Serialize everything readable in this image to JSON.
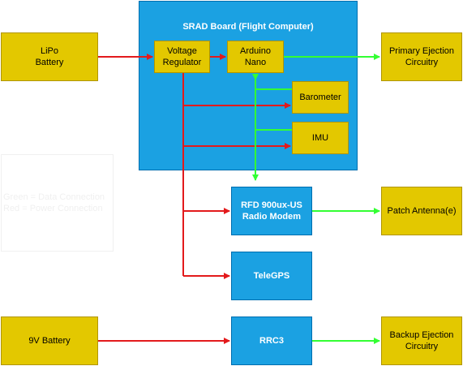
{
  "colors": {
    "power": "#e31a1c",
    "data": "#33ff33",
    "yellow_fill": "#e3c800",
    "blue_fill": "#1ba1e2"
  },
  "board": {
    "title": "SRAD Board (Flight Computer)"
  },
  "nodes": {
    "lipo": "LiPo\nBattery",
    "voltage_regulator": "Voltage\nRegulator",
    "arduino_nano": "Arduino\nNano",
    "primary_ejection": "Primary Ejection\nCircuitry",
    "barometer": "Barometer",
    "imu": "IMU",
    "rfd": "RFD 900ux-US\nRadio Modem",
    "patch_antenna": "Patch Antenna(e)",
    "telegps": "TeleGPS",
    "battery_9v": "9V Battery",
    "rrc3": "RRC3",
    "backup_ejection": "Backup Ejection\nCircuitry"
  },
  "legend": {
    "green": "Green = Data Connection",
    "red": "Red = Power Connection"
  }
}
